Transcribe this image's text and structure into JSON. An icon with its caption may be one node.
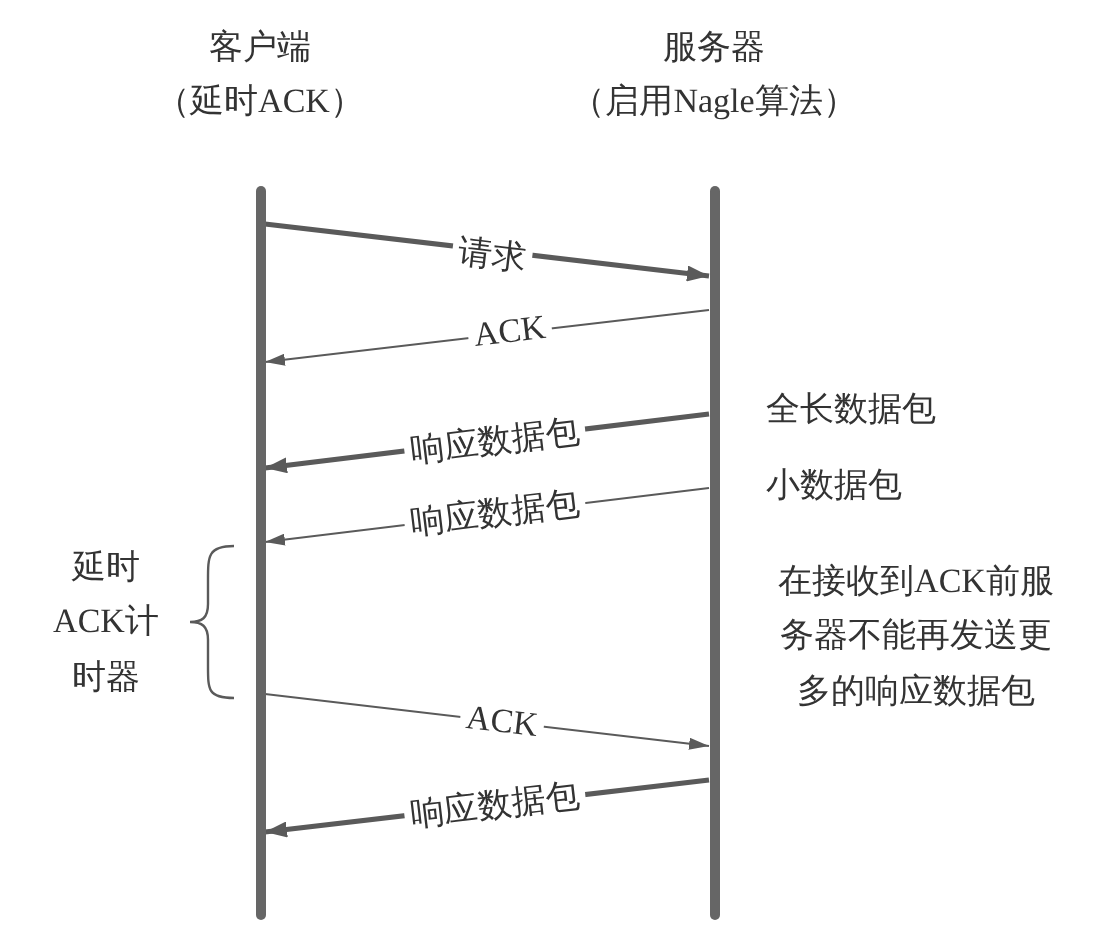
{
  "diagram": {
    "nodes": [
      {
        "text": [
          "客户端",
          "（延时ACK）"
        ]
      },
      {
        "text": [
          "服务器",
          "（启用Nagle算法）"
        ]
      }
    ],
    "edges": [
      {
        "from": 0,
        "to": 1,
        "arrow": "to",
        "label": "请求",
        "style": "thick"
      },
      {
        "from": 1,
        "to": 0,
        "arrow": "to",
        "label": "ACK"
      },
      {
        "from": 1,
        "to": 0,
        "arrow": "to",
        "label": "响应数据包",
        "style": "thick"
      },
      {
        "from": 1,
        "to": 0,
        "arrow": "to",
        "label": "响应数据包"
      },
      {
        "from": 0,
        "to": 1,
        "arrow": "to",
        "label": "ACK"
      },
      {
        "from": 1,
        "to": 0,
        "arrow": "to",
        "label": "响应数据包",
        "style": "thick"
      }
    ],
    "labels": [
      "全长数据包",
      "小数据包",
      "延时ACK计时器",
      "在接收到ACK前服务器不能再发送更多的响应数据包"
    ]
  }
}
